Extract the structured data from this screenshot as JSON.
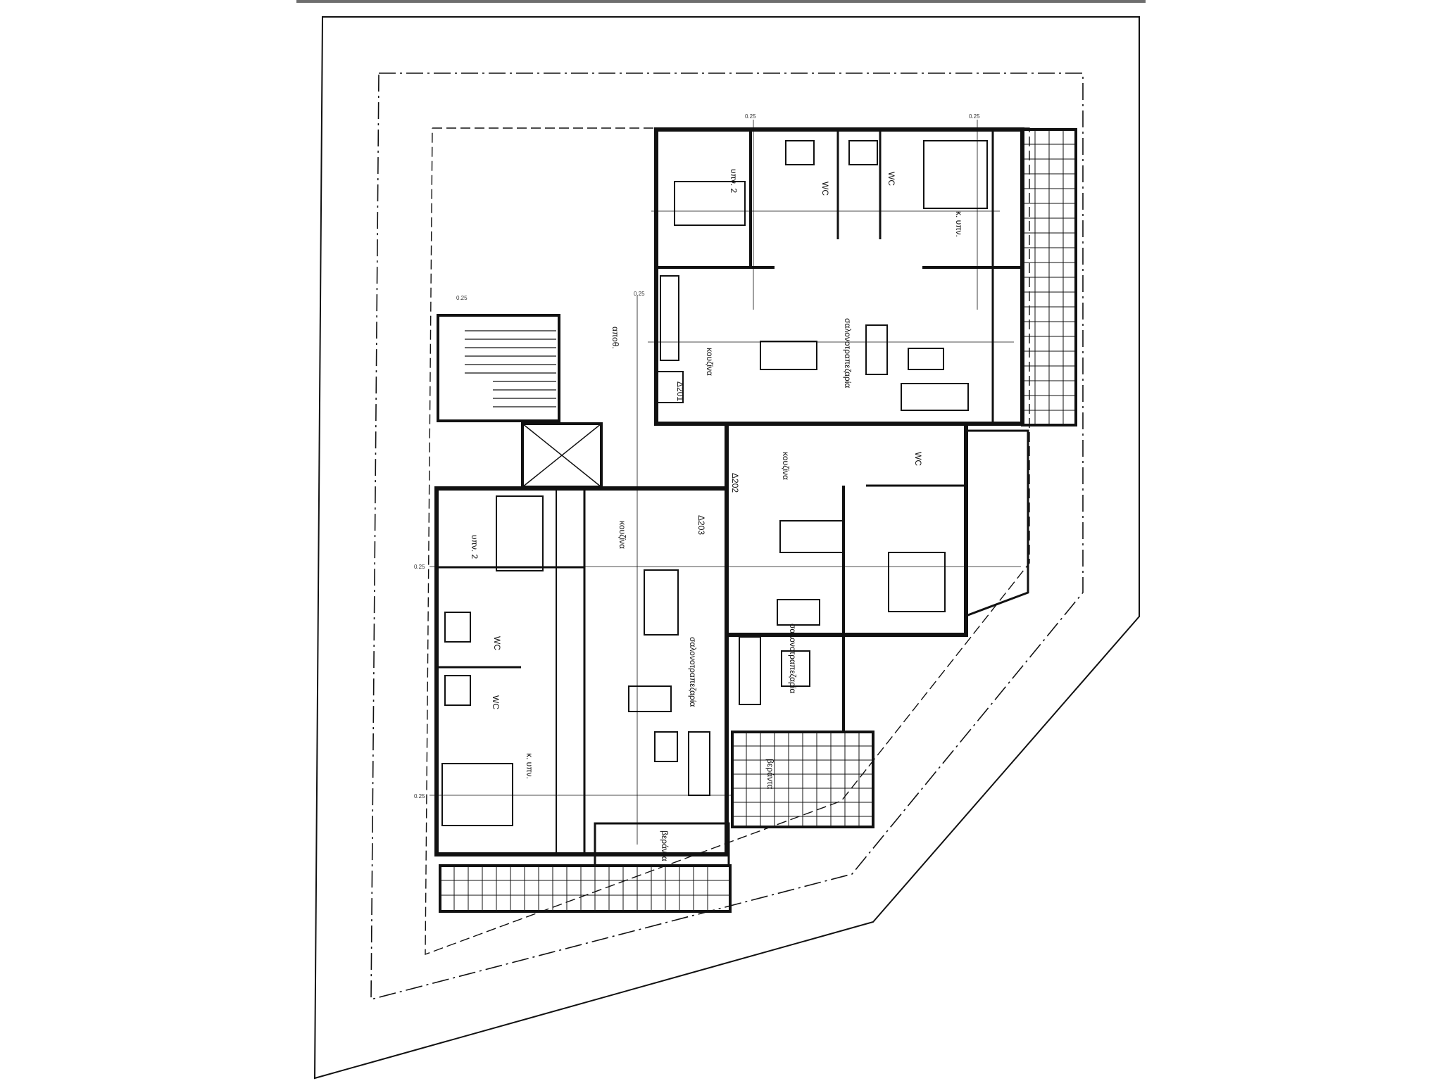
{
  "colors": {
    "line": "#111111",
    "paper": "#ffffff",
    "frame": "#6e6e6e"
  },
  "rooms": {
    "upper_unit": {
      "bedroom_2": "υπν. 2",
      "wc_1": "WC",
      "wc_2": "WC",
      "master_bedroom": "κ. υπν.",
      "kitchen": "κουζίνα",
      "living_dining": "σαλονοτραπεζαρία",
      "door_tag": "Δ201"
    },
    "middle_unit": {
      "kitchen": "κουζίνα",
      "wc": "WC",
      "living_dining": "σαλονοτραπεζαρία",
      "door_tag": "Δ202",
      "veranda": "βεράντα"
    },
    "lower_unit": {
      "bedroom_2": "υπν. 2",
      "wc_1": "WC",
      "wc_2": "WC",
      "master_bedroom": "κ. υπν.",
      "kitchen": "κουζίνα",
      "living_dining": "σαλονοτραπεζαρία",
      "door_tag": "Δ203",
      "veranda": "βεράντα"
    },
    "common": {
      "storage": "αποθ."
    }
  },
  "dimensions": [
    "0.25",
    "0.25",
    "0.25",
    "0.25",
    "0.25",
    "0.25"
  ]
}
